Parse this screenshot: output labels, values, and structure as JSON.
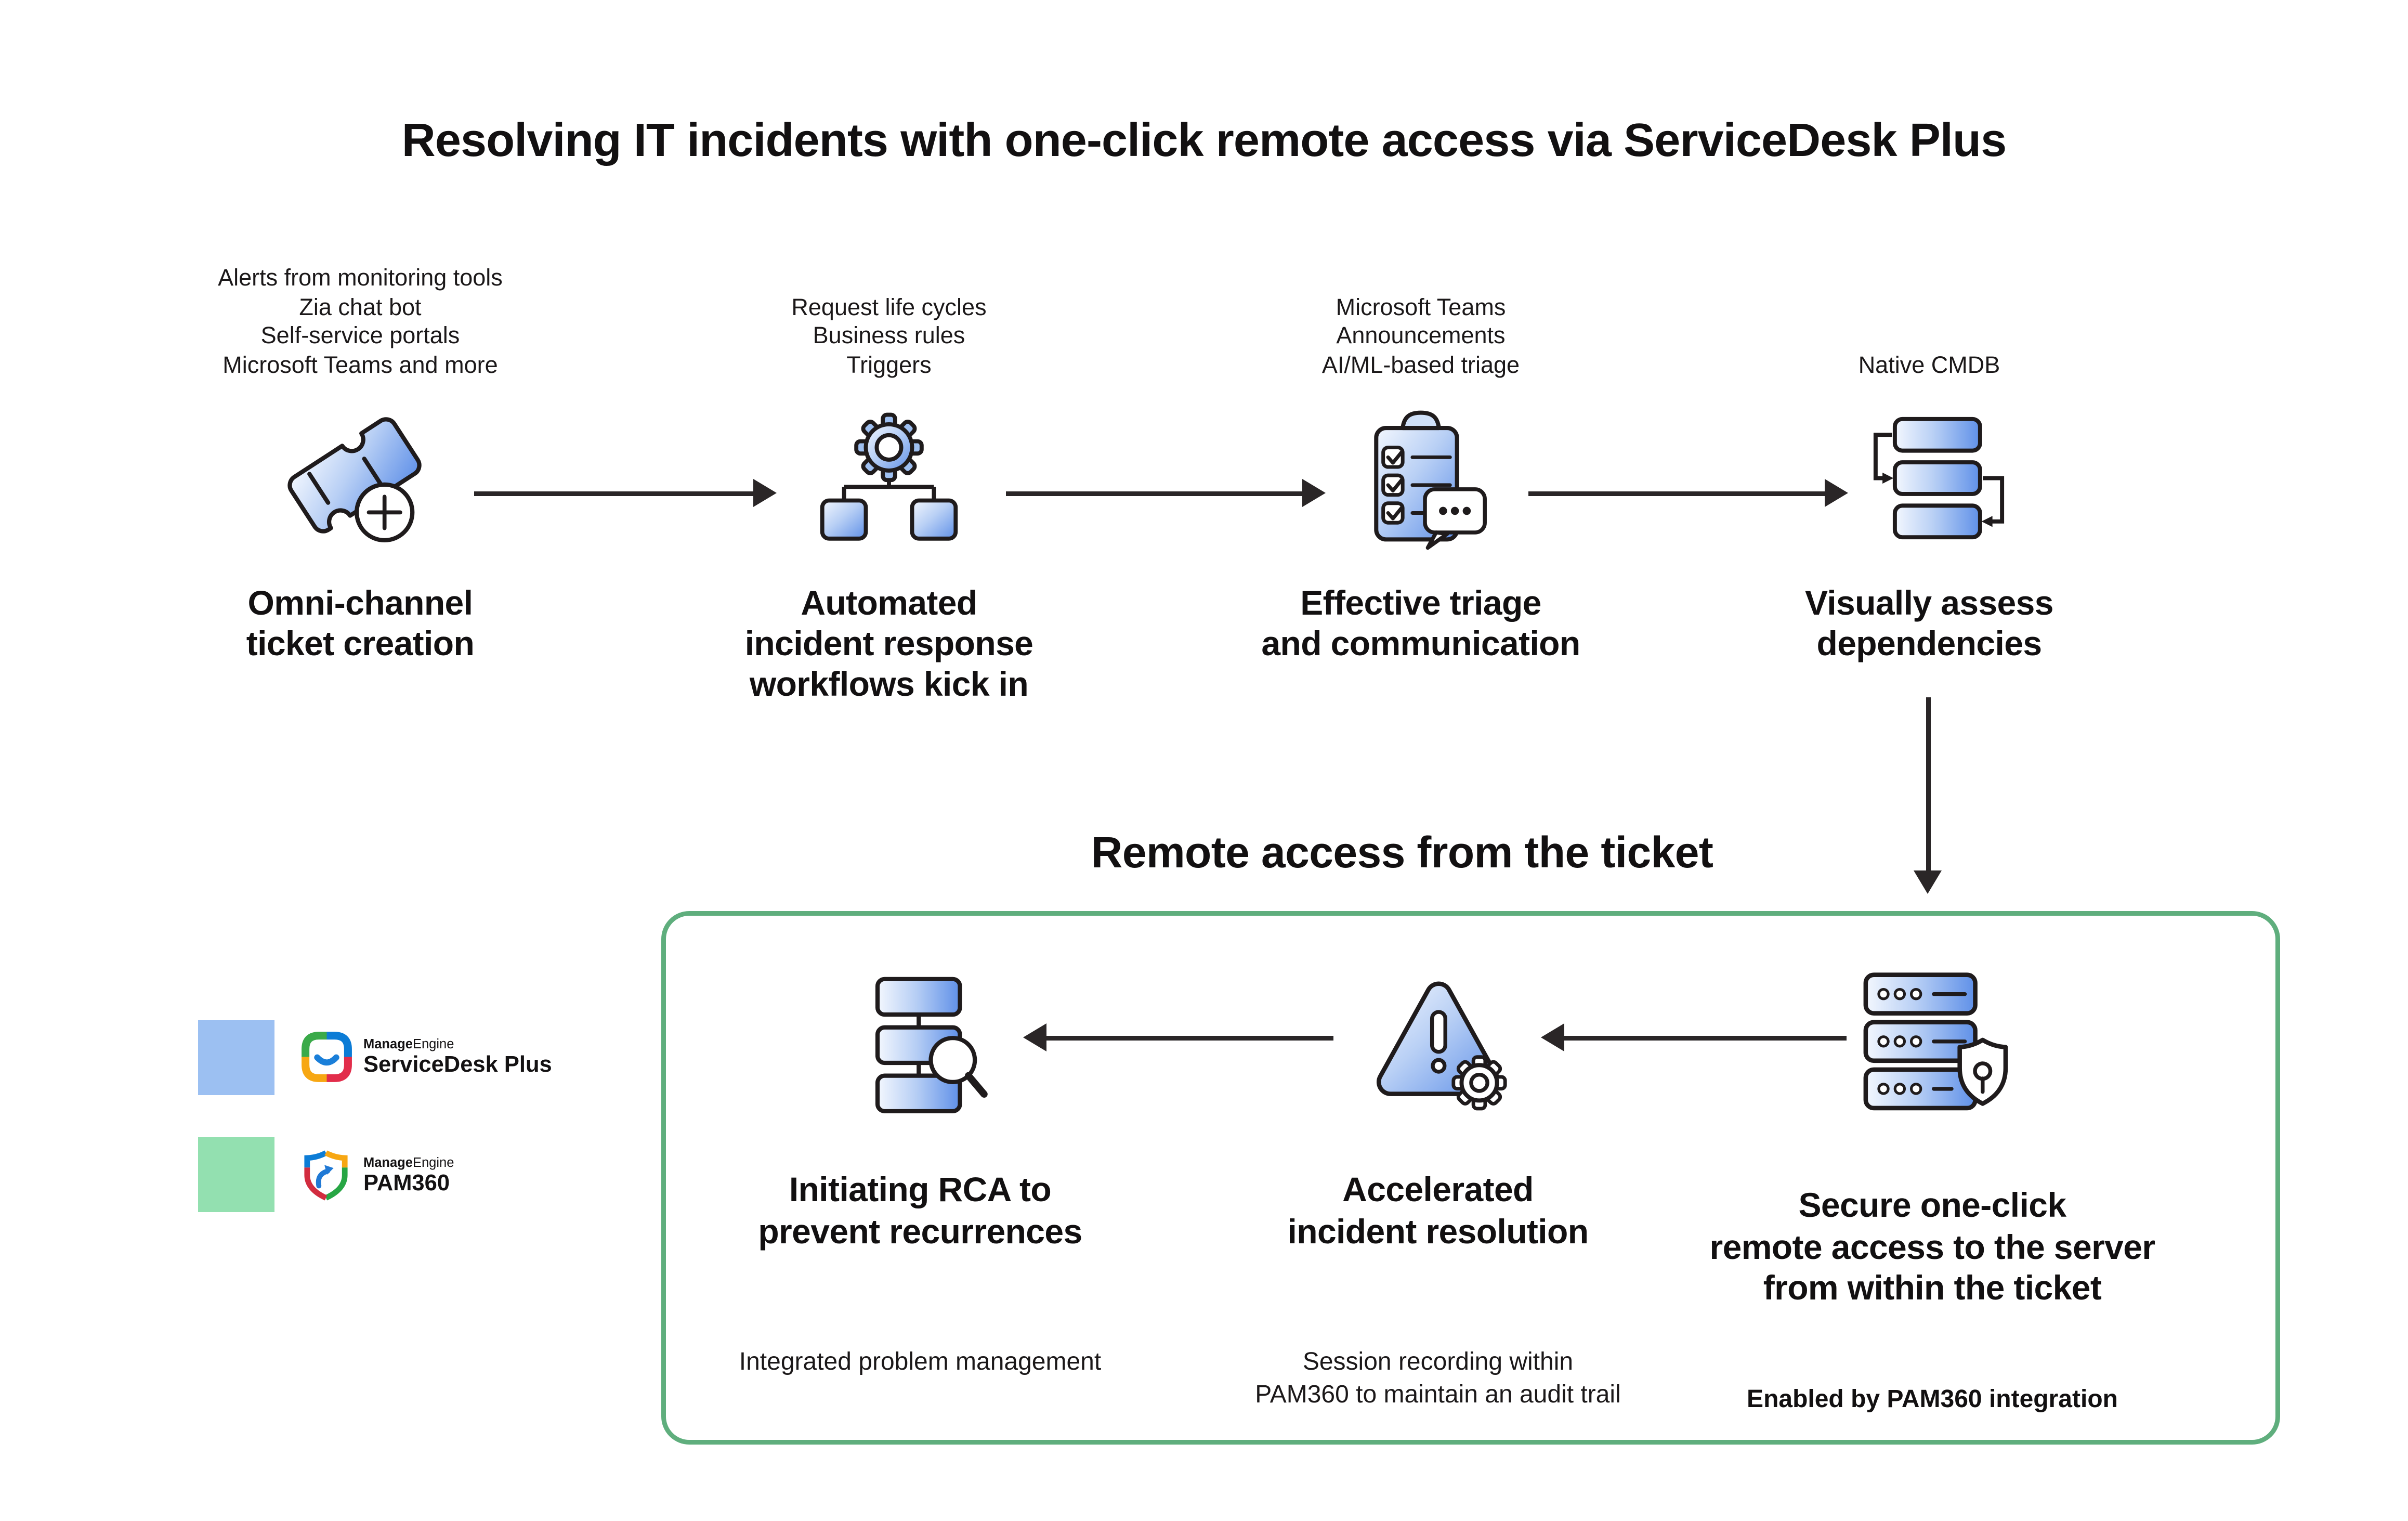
{
  "title": "Resolving IT incidents with one-click remote access via ServiceDesk Plus",
  "steps": [
    {
      "icon": "ticket-plus-icon",
      "sources": "Alerts from monitoring tools\nZia chat bot\nSelf-service portals\nMicrosoft Teams and more",
      "label": "Omni-channel\nticket creation"
    },
    {
      "icon": "workflow-gear-icon",
      "sources": "Request life cycles\nBusiness rules\nTriggers",
      "label": "Automated\nincident response\nworkflows kick in"
    },
    {
      "icon": "triage-checklist-chat-icon",
      "sources": "Microsoft Teams\nAnnouncements\nAI/ML-based triage",
      "label": "Effective triage\nand communication"
    },
    {
      "icon": "cmdb-dependency-icon",
      "sources": "Native CMDB",
      "label": "Visually assess\ndependencies"
    }
  ],
  "remote_section": {
    "heading": "Remote access from the ticket",
    "items": [
      {
        "icon": "server-shield-icon",
        "label": "Secure one-click\nremote access to the server\nfrom within the ticket",
        "note": "Enabled by PAM360 integration"
      },
      {
        "icon": "alert-gear-icon",
        "label": "Accelerated\nincident resolution",
        "note": "Session recording within\nPAM360 to maintain an audit trail"
      },
      {
        "icon": "rca-search-icon",
        "label": "Initiating RCA to\nprevent recurrences",
        "note": "Integrated problem management"
      }
    ]
  },
  "legend": [
    {
      "logo": "servicedesk-plus-logo",
      "brand_bold": "Manage",
      "brand_light": "Engine",
      "product": "ServiceDesk Plus",
      "swatch": "#9cc0f2",
      "swatch_style": "background:#9cc0f2"
    },
    {
      "logo": "pam360-logo",
      "brand_bold": "Manage",
      "brand_light": "Engine",
      "product": "PAM360",
      "swatch": "#93e0b0",
      "swatch_style": "background:#93e0b0"
    }
  ],
  "colors": {
    "icon_blue": "#6194ea",
    "outline": "#1f1b1c",
    "arrow": "#2a2627",
    "box_border": "#5fae7d"
  }
}
